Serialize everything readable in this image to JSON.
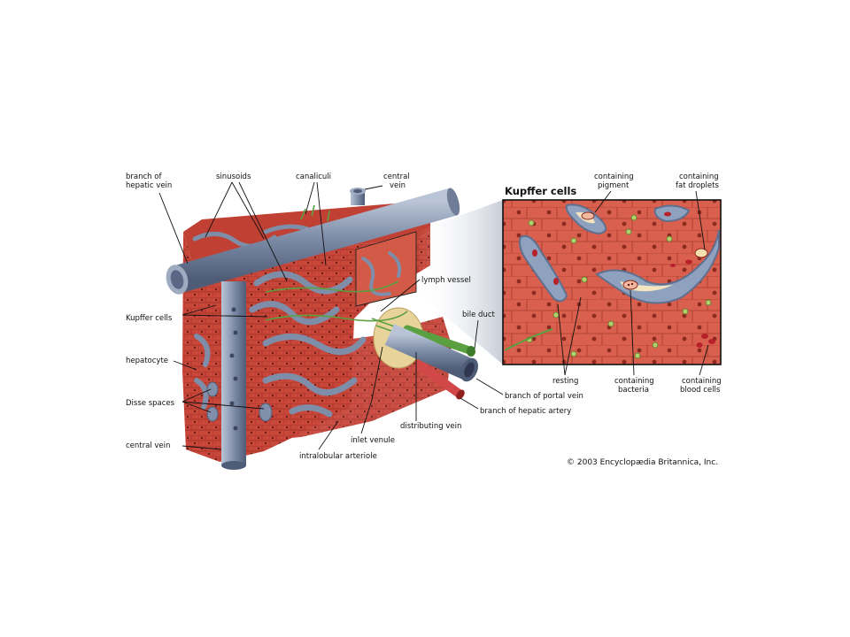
{
  "labels": {
    "branch_of_hepatic_vein": [
      "branch of",
      "hepatic vein"
    ],
    "sinusoids": "sinusoids",
    "canaliculi": "canaliculi",
    "central_vein_top": [
      "central",
      "vein"
    ],
    "lymph_vessel": "lymph vessel",
    "bile_duct": "bile duct",
    "kupffer_cells_side": "Kupffer cells",
    "hepatocyte": "hepatocyte",
    "disse_spaces": "Disse spaces",
    "central_vein_bottom": "central vein",
    "inlet_venule": "inlet venule",
    "intralobular_arteriole": "intralobular arteriole",
    "distributing_vein": "distributing vein",
    "branch_of_portal_vein": "branch of portal vein",
    "branch_of_hepatic_artery": "branch of hepatic artery"
  },
  "inset": {
    "title": "Kupffer cells",
    "containing_pigment": [
      "containing",
      "pigment"
    ],
    "containing_fat_droplets": [
      "containing",
      "fat droplets"
    ],
    "resting": "resting",
    "containing_bacteria": [
      "containing",
      "bacteria"
    ],
    "containing_blood_cells": [
      "containing",
      "blood cells"
    ]
  },
  "copyright": "© 2003 Encyclopædia Britannica, Inc.",
  "colors": {
    "tissue": "#c8463a",
    "tissue_light": "#e0705c",
    "vein": "#7f8ea8",
    "vein_dark": "#4f5c78",
    "vein_light": "#b9c4d6",
    "artery": "#d24848",
    "bile": "#5aa040",
    "fat": "#e8d49a"
  }
}
